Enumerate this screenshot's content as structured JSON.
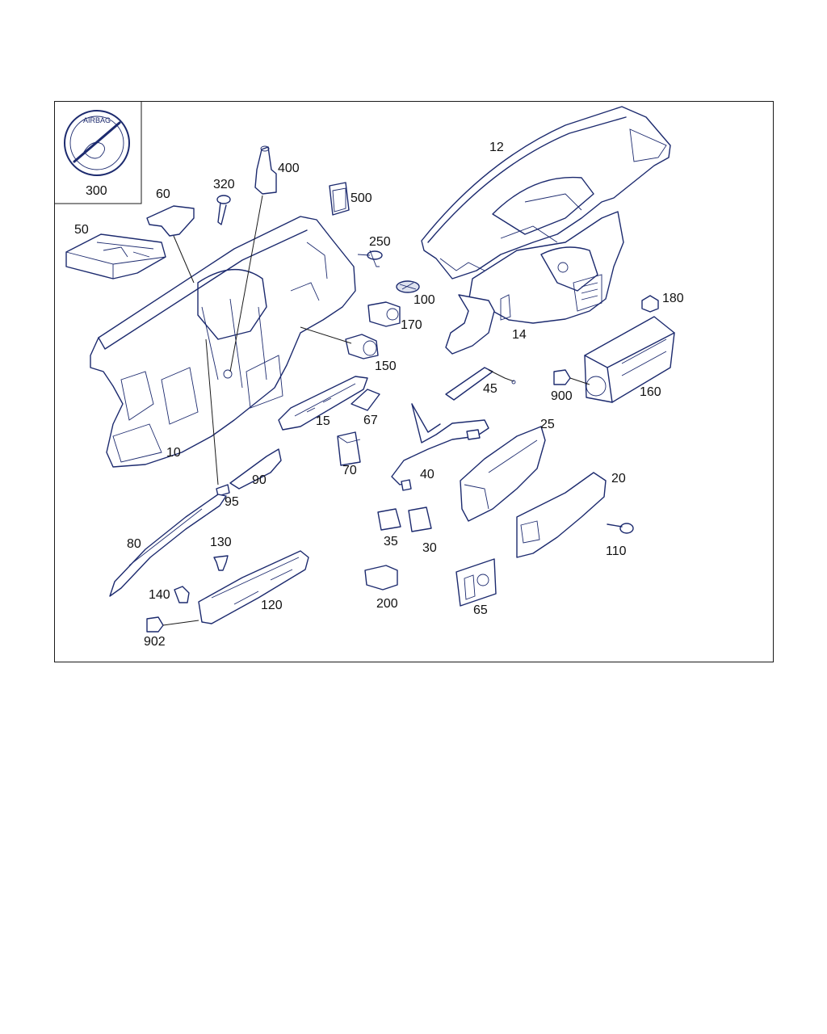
{
  "diagram": {
    "labels": [
      {
        "id": "300"
      },
      {
        "id": "12"
      },
      {
        "id": "400"
      },
      {
        "id": "320"
      },
      {
        "id": "500"
      },
      {
        "id": "60"
      },
      {
        "id": "50"
      },
      {
        "id": "250"
      },
      {
        "id": "100"
      },
      {
        "id": "170"
      },
      {
        "id": "180"
      },
      {
        "id": "14"
      },
      {
        "id": "150"
      },
      {
        "id": "45"
      },
      {
        "id": "900"
      },
      {
        "id": "160"
      },
      {
        "id": "15"
      },
      {
        "id": "67"
      },
      {
        "id": "25"
      },
      {
        "id": "10"
      },
      {
        "id": "70"
      },
      {
        "id": "40"
      },
      {
        "id": "90"
      },
      {
        "id": "20"
      },
      {
        "id": "95"
      },
      {
        "id": "35"
      },
      {
        "id": "30"
      },
      {
        "id": "110"
      },
      {
        "id": "80"
      },
      {
        "id": "130"
      },
      {
        "id": "140"
      },
      {
        "id": "120"
      },
      {
        "id": "200"
      },
      {
        "id": "65"
      },
      {
        "id": "902"
      }
    ],
    "airbag_badge_text": "AIRBAG",
    "colors": {
      "line": "#1c2a6e",
      "frame": "#1a1a1a",
      "text": "#111111"
    }
  }
}
